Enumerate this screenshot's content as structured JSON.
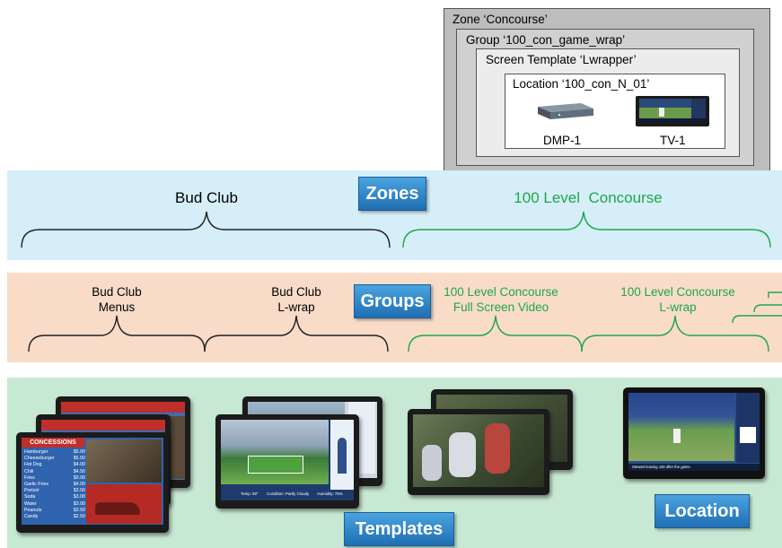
{
  "hierarchy": {
    "zone": "Zone ‘Concourse’",
    "group": "Group ‘100_con_game_wrap’",
    "template": "Screen Template ‘Lwrapper’",
    "location": "Location ‘100_con_N_01’",
    "device1": "DMP-1",
    "device2": "TV-1"
  },
  "zones": {
    "button": "Zones",
    "left": "Bud Club",
    "right": "100 Level  Concourse"
  },
  "groups": {
    "button": "Groups",
    "g1_line1": "Bud Club",
    "g1_line2": "Menus",
    "g2_line1": "Bud Club",
    "g2_line2": "L-wrap",
    "g3_line1": "100 Level Concourse",
    "g3_line2": "Full Screen Video",
    "g4_line1": "100 Level Concourse",
    "g4_line2": "L-wrap"
  },
  "templates": {
    "button": "Templates",
    "location_button": "Location",
    "menu_title": "CONCESSIONS",
    "menu_items": [
      "Hamburger",
      "Cheeseburger",
      "Hot Dog",
      "Chili",
      "Fries",
      "Garlic Fries",
      "Pretzel",
      "Soda",
      "Water",
      "Peanuts",
      "Candy"
    ],
    "menu_prices": [
      "$5.00",
      "$5.50",
      "$4.00",
      "$4.50",
      "$3.00",
      "$4.00",
      "$3.50",
      "$3.00",
      "$3.00",
      "$3.50",
      "$2.50"
    ],
    "lwrap_status": [
      "Temp: 80°",
      "Condition: Partly Cloudy",
      "Humidity: 75%"
    ],
    "location_ticker": "Stewart leaving J28 after the game."
  },
  "colors": {
    "zones_band": "#d6eef8",
    "groups_band": "#f8dcc8",
    "templates_band": "#c7e9d3",
    "accent_green": "#1fa64a",
    "button_blue": "#1f6fb2"
  }
}
